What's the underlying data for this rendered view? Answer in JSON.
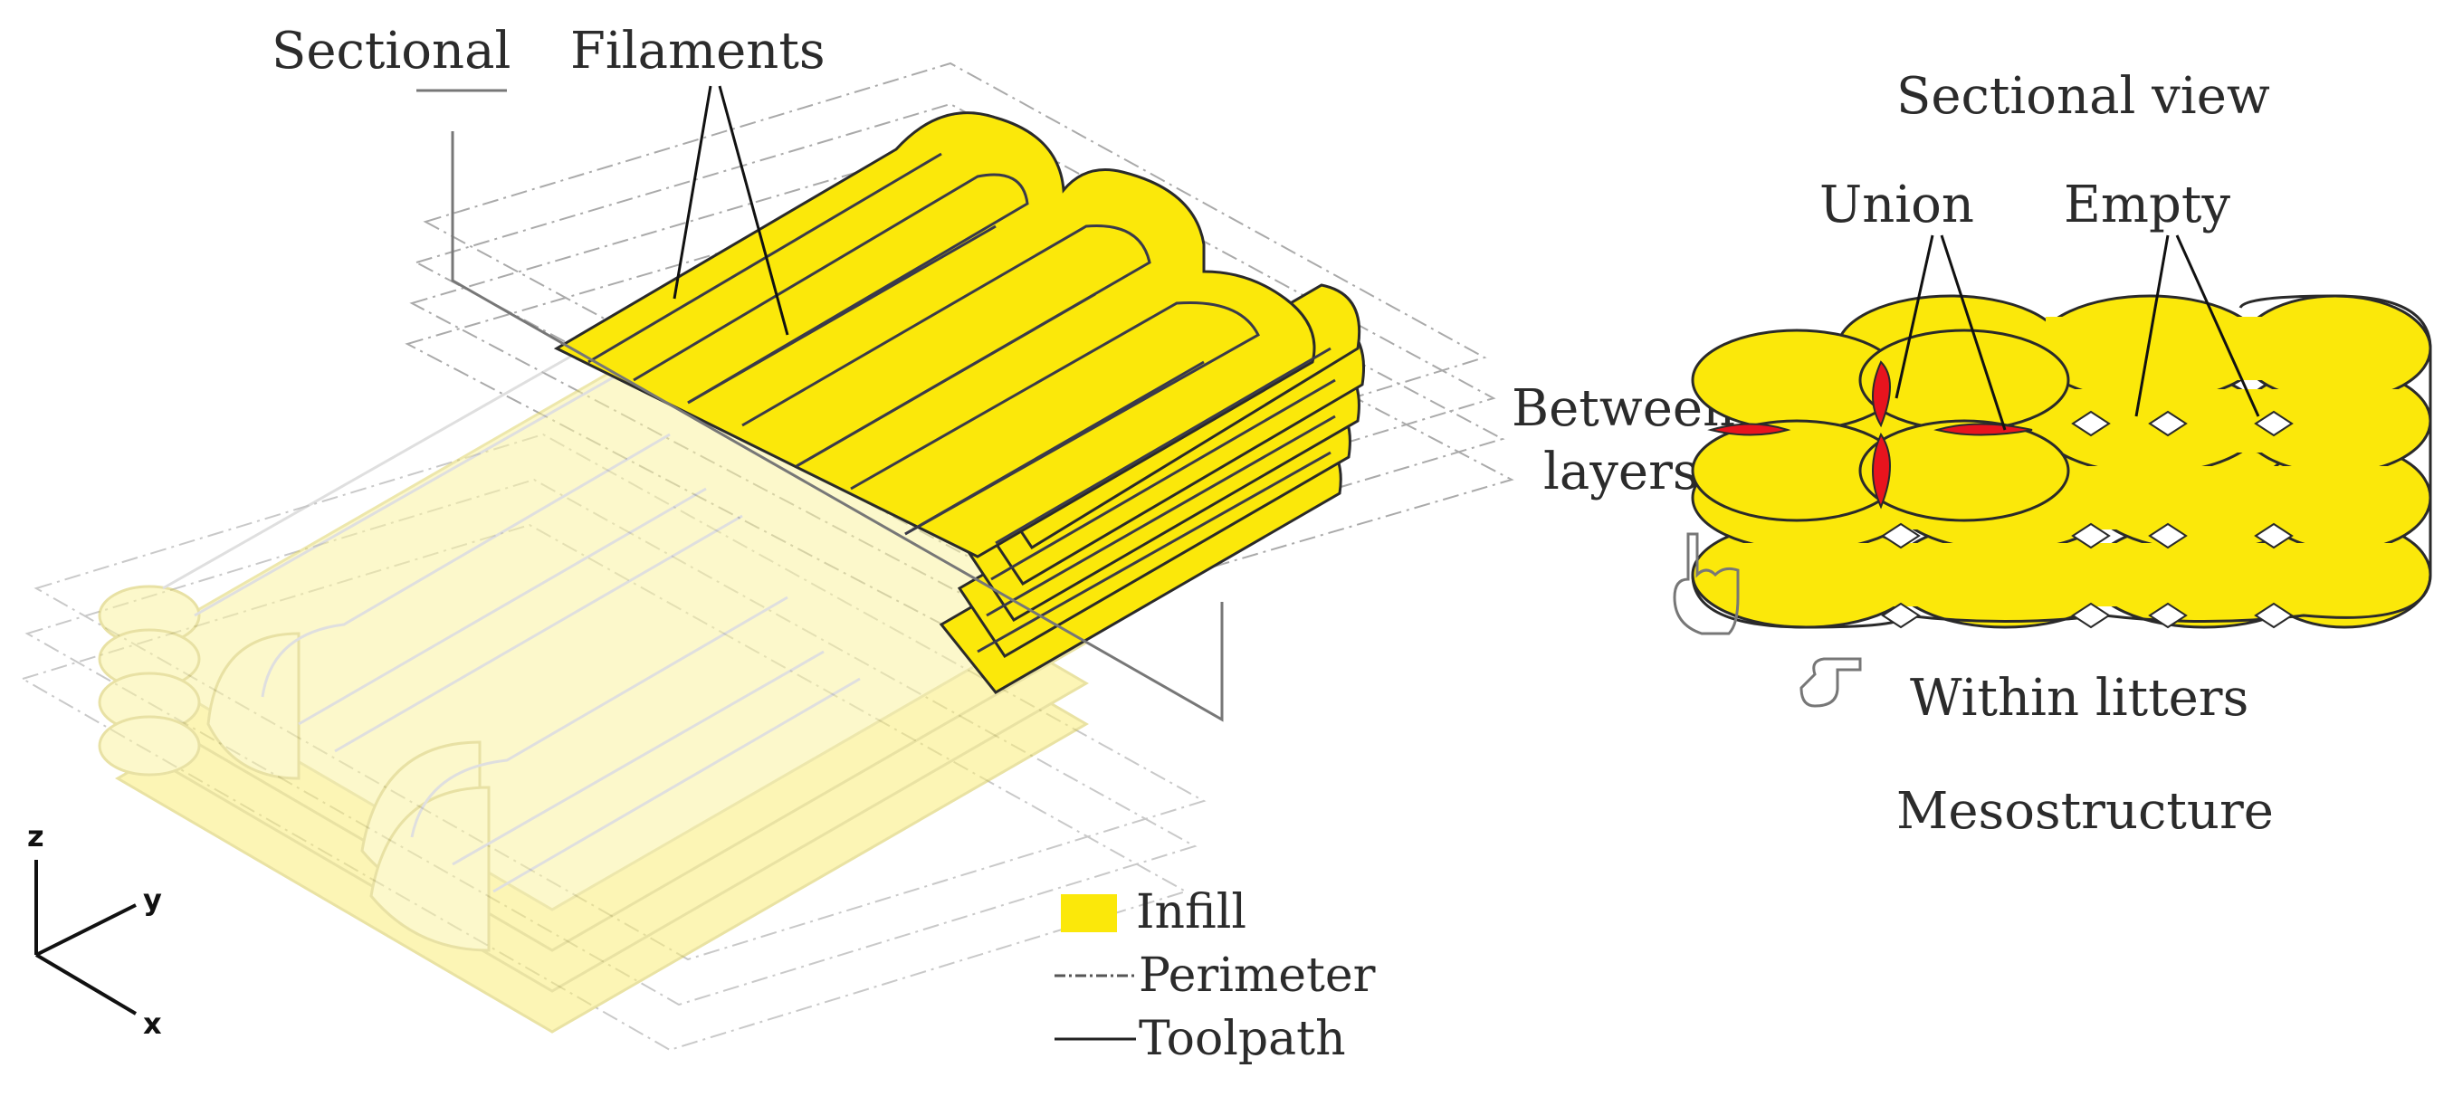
{
  "labels": {
    "sectional": "Sectional",
    "filaments": "Filaments",
    "sectional_view": "Sectional view",
    "union": "Union",
    "empty": "Empty",
    "between": "Between",
    "layers": "layers",
    "within_litters": "Within litters",
    "mesostructure": "Mesostructure"
  },
  "legend": {
    "infill": "Infill",
    "perimeter": "Perimeter",
    "toolpath": "Toolpath"
  },
  "axes": {
    "z": "z",
    "y": "y",
    "x": "x"
  },
  "icons": [
    "hand-pointing-down-icon",
    "hand-pointing-right-icon"
  ],
  "colors": {
    "infill": "#fbe80a",
    "infill_faded": "#fbf3a2",
    "union": "#e8141e",
    "outline": "#2a2a2a",
    "guide_lines": "#9a9a9a"
  }
}
